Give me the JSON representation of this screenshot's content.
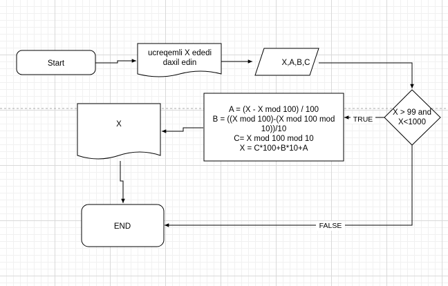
{
  "diagram": {
    "nodes": {
      "start": {
        "label": "Start"
      },
      "input": {
        "lines": [
          "ucreqemli X ededi",
          "daxil edin"
        ]
      },
      "vars": {
        "label": "X,A,B,C"
      },
      "decision": {
        "lines": [
          "X > 99 and",
          "X<1000"
        ]
      },
      "process": {
        "lines": [
          "A = (X - X mod 100) / 100",
          "B = ((X mod 100)-(X mod 100 mod",
          "10))/10",
          "C= X mod 100 mod 10",
          "X = C*100+B*10+A"
        ]
      },
      "output": {
        "label": "X"
      },
      "end": {
        "label": "END"
      }
    },
    "edges": {
      "true_label": "TRUE",
      "false_label": "FALSE"
    }
  }
}
